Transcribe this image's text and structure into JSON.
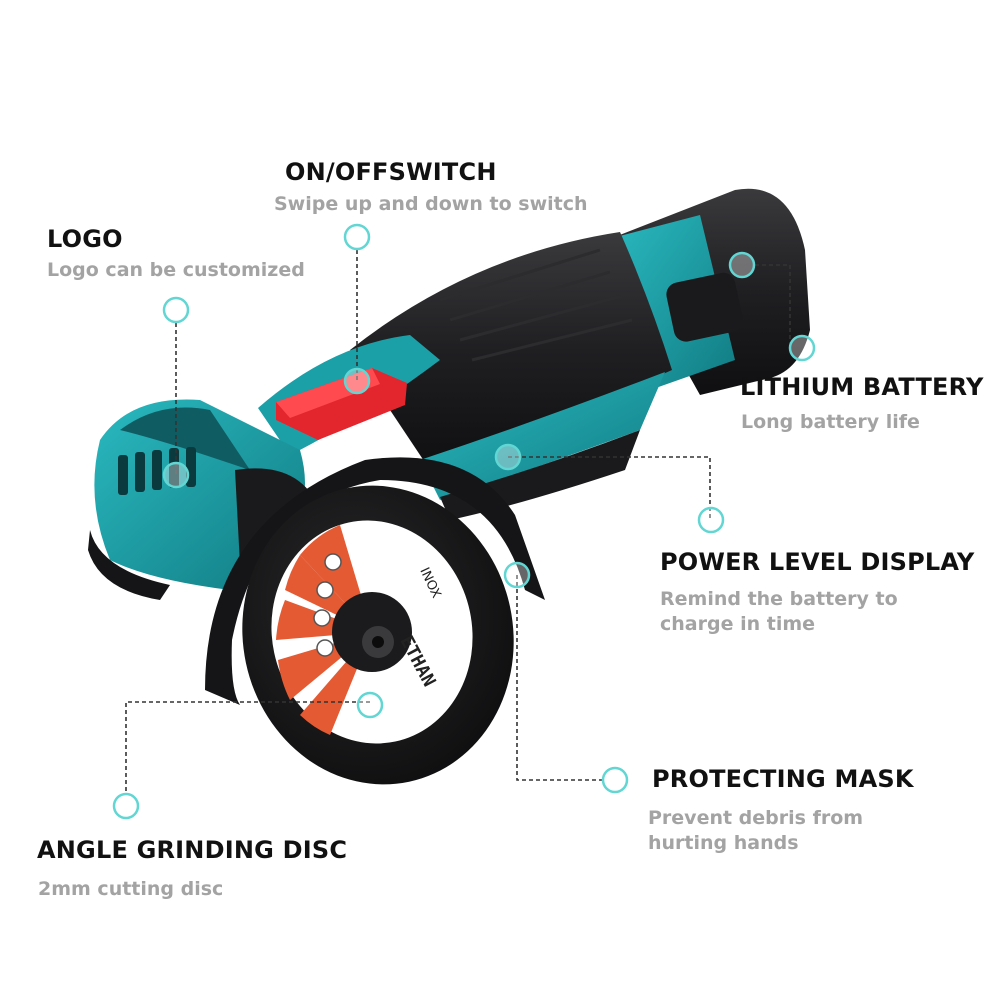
{
  "colors": {
    "body_teal": "#1ba0a8",
    "body_black": "#1e1e20",
    "switch_red": "#e3262e",
    "disc_red": "#e45a33",
    "marker_ring": "#61d6d2",
    "leader_line": "#333333",
    "title_text": "#111111",
    "desc_text": "#a3a3a3"
  },
  "callouts": {
    "switch": {
      "title": "ON/OFFSWITCH",
      "desc": "Swipe up and down to switch"
    },
    "logo": {
      "title": "LOGO",
      "desc": "Logo can be customized"
    },
    "battery": {
      "title": "LITHIUM BATTERY",
      "desc": "Long battery life"
    },
    "power": {
      "title": "POWER LEVEL DISPLAY",
      "desc1": "Remind the battery to",
      "desc2": "charge in time"
    },
    "mask": {
      "title": "PROTECTING MASK",
      "desc1": "Prevent debris from",
      "desc2": "hurting hands"
    },
    "disc": {
      "title": "ANGLE GRINDING DISC",
      "desc": "2mm cutting disc"
    }
  },
  "disc_print": {
    "brand": "ETHAN",
    "model": "INOX"
  }
}
